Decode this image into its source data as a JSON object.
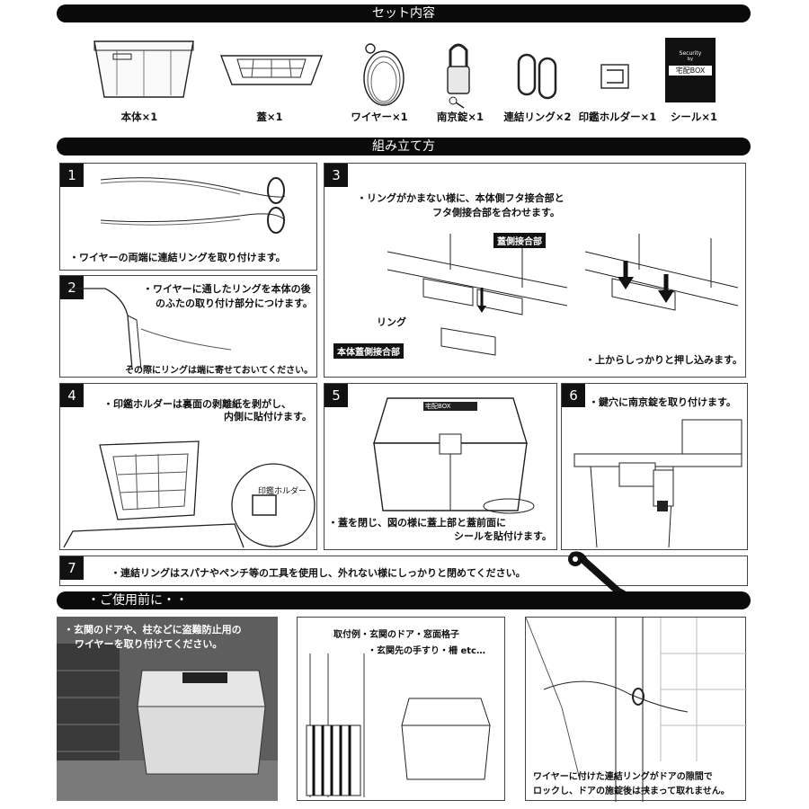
{
  "sections": {
    "contents_title": "セット内容",
    "assembly_title": "組み立て方",
    "before_use_title": "・ご使用前に・・"
  },
  "contents": [
    {
      "name": "本体×1",
      "icon": "box-body-icon"
    },
    {
      "name": "蓋×1",
      "icon": "lid-icon"
    },
    {
      "name": "ワイヤー×1",
      "icon": "wire-icon"
    },
    {
      "name": "南京錠×1",
      "icon": "padlock-icon"
    },
    {
      "name": "連結リング×2",
      "icon": "ring-icon"
    },
    {
      "name": "印鑑ホルダー×1",
      "icon": "stamp-holder-icon"
    },
    {
      "name": "シール×1",
      "icon": "sticker-icon"
    }
  ],
  "sticker": {
    "line1": "Security",
    "line2": "by",
    "brand": "宅配BOX"
  },
  "steps": [
    {
      "number": "1",
      "text": "・ワイヤーの両端に連結リングを取り付けます。"
    },
    {
      "number": "2",
      "text1": "・ワイヤーに通したリングを本体の後",
      "text2": "のふたの取り付け部分につけます。",
      "text3": "その際にリングは端に寄せておいてください。"
    },
    {
      "number": "3",
      "text1": "・リングがかまない様に、本体側フタ接合部と",
      "text2": "フタ側接合部を合わせます。",
      "label_lid": "蓋側接合部",
      "label_ring": "リング",
      "label_body": "本体蓋側接合部",
      "text3": "・上からしっかりと押し込みます。"
    },
    {
      "number": "4",
      "text1": "・印鑑ホルダーは裏面の剥離紙を剥がし、",
      "text2": "内側に貼付けます。",
      "zoom_label": "印鑑ホルダー"
    },
    {
      "number": "5",
      "text1": "・蓋を閉じ、図の様に蓋上部と蓋前面に",
      "text2": "シールを貼付けます。",
      "box_label": "宅配BOX"
    },
    {
      "number": "6",
      "text": "・鍵穴に南京錠を取り付けます。"
    },
    {
      "number": "7",
      "text": "・連結リングはスパナやペンチ等の工具を使用し、外れない様にしっかりと閉めてください。"
    }
  ],
  "before_use": {
    "photo_text1": "・玄関のドアや、柱などに盗難防止用の",
    "photo_text2": "ワイヤーを取り付けてください。",
    "example1": "取付例・玄関のドア・窓面格子",
    "example2": "・玄関先の手すり・柵 etc…",
    "note1": "ワイヤーに付けた連結リングがドアの隙間で",
    "note2": "ロックし、ドアの施錠後は挟まって取れません。"
  }
}
